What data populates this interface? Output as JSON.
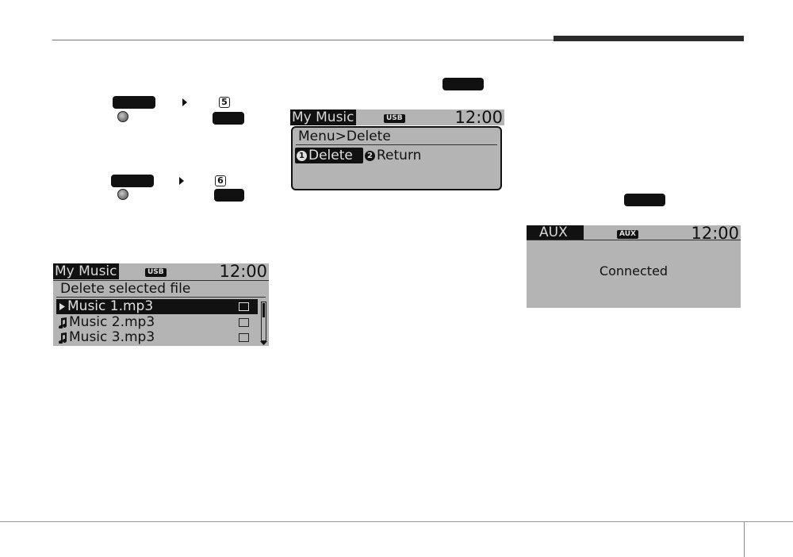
{
  "screens": {
    "delete_list": {
      "title": "My Music",
      "source_badge": "USB",
      "clock": "12:00",
      "heading": "Delete selected file",
      "items": [
        {
          "label": "Music 1.mp3",
          "icon": "play-arrow-icon",
          "selected": true
        },
        {
          "label": "Music 2.mp3",
          "icon": "music-note-icon",
          "selected": false
        },
        {
          "label": "Music 3.mp3",
          "icon": "music-note-icon",
          "selected": false
        }
      ]
    },
    "delete_confirm": {
      "title": "My Music",
      "source_badge": "USB",
      "clock": "12:00",
      "breadcrumb": "Menu>Delete",
      "option_1_num": "1",
      "option_1": "Delete",
      "option_2_num": "2",
      "option_2": "Return"
    },
    "aux": {
      "title": "AUX",
      "source_badge": "AUX",
      "clock": "12:00",
      "status": "Connected"
    }
  },
  "steps": {
    "step_a_number": "5",
    "step_b_number": "6"
  },
  "colors": {
    "lcd_background": "#b4b4b4",
    "key_color": "#111111"
  }
}
